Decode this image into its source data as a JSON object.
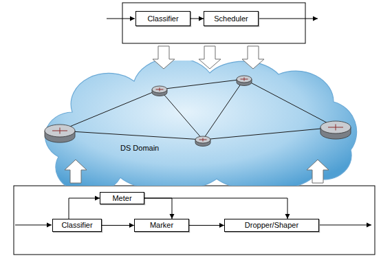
{
  "diagram": {
    "nodes": [
      {
        "text": [
          "Classifier"
        ]
      },
      {
        "text": [
          "Scheduler"
        ]
      },
      {
        "text": [
          "DS Domain"
        ]
      },
      {
        "text": [
          "Meter"
        ]
      },
      {
        "text": [
          "Classifier"
        ]
      },
      {
        "text": [
          "Marker"
        ]
      },
      {
        "text": [
          "Dropper/Shaper"
        ]
      }
    ],
    "edges": [
      {
        "from": 0,
        "to": 1,
        "arrow": "to"
      },
      {
        "from": 4,
        "to": 3,
        "arrow": "to"
      },
      {
        "from": 3,
        "to": 5,
        "arrow": "to"
      },
      {
        "from": 3,
        "to": 6,
        "arrow": "to"
      },
      {
        "from": 4,
        "to": 5,
        "arrow": "to"
      },
      {
        "from": 5,
        "to": 6,
        "arrow": "to"
      }
    ]
  }
}
